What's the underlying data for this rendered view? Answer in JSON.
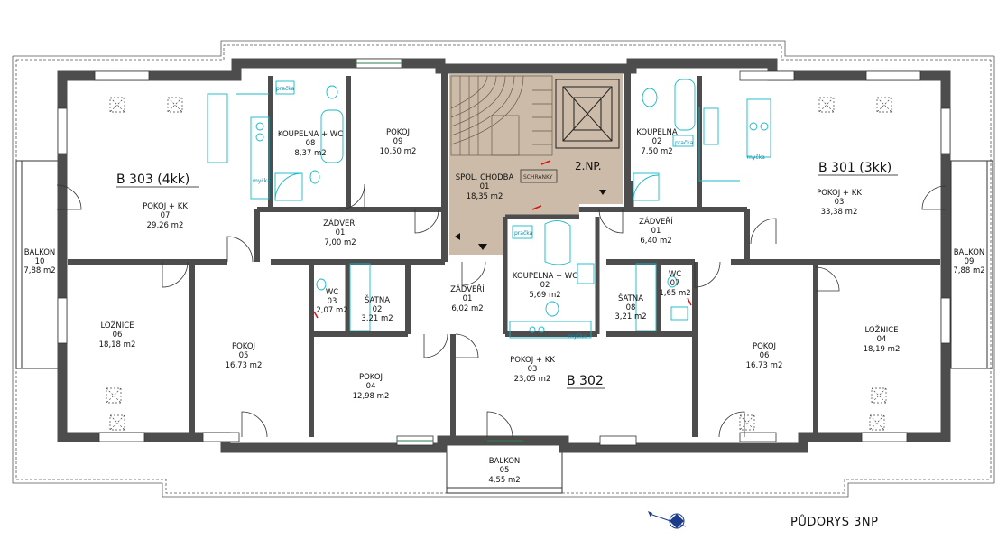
{
  "drawing": {
    "title": "PŮDORYS 3NP",
    "floor_mark": "2.NP."
  },
  "apartments": {
    "b303": "B 303 (4kk)",
    "b302": "B 302",
    "b301": "B 301 (3kk)"
  },
  "fixtures": {
    "washer": "pračka",
    "dishwasher": "myčka",
    "mailboxes": "SCHRÁNKY"
  },
  "rooms": {
    "b303_koupelna": {
      "name": "KOUPELNA + WC",
      "num": "08",
      "area": "8,37 m2"
    },
    "b303_pokoj09": {
      "name": "POKOJ",
      "num": "09",
      "area": "10,50 m2"
    },
    "spol_chodba": {
      "name": "SPOL. CHODBA",
      "num": "01",
      "area": "18,35 m2"
    },
    "b301_koupelna": {
      "name": "KOUPELNA",
      "num": "02",
      "area": "7,50 m2"
    },
    "b303_pokojkk": {
      "name": "POKOJ + KK",
      "num": "07",
      "area": "29,26 m2"
    },
    "b301_pokojkk": {
      "name": "POKOJ + KK",
      "num": "03",
      "area": "33,38 m2"
    },
    "b303_zadveri": {
      "name": "ZÁDVEŘÍ",
      "num": "01",
      "area": "7,00 m2"
    },
    "b301_zadveri": {
      "name": "ZÁDVEŘÍ",
      "num": "01",
      "area": "6,40 m2"
    },
    "b303_balkon": {
      "name": "BALKON",
      "num": "10",
      "area": "7,88 m2"
    },
    "b301_balkon": {
      "name": "BALKON",
      "num": "09",
      "area": "7,88 m2"
    },
    "b303_wc": {
      "name": "WC",
      "num": "03",
      "area": "2,07 m2"
    },
    "b303_satna": {
      "name": "ŠATNA",
      "num": "02",
      "area": "3,21 m2"
    },
    "b302_zadveri": {
      "name": "ZÁDVEŘÍ",
      "num": "01",
      "area": "6,02 m2"
    },
    "b302_koupelna": {
      "name": "KOUPELNA + WC",
      "num": "02",
      "area": "5,69 m2"
    },
    "b301_satna": {
      "name": "ŠATNA",
      "num": "08",
      "area": "3,21 m2"
    },
    "b301_wc": {
      "name": "WC",
      "num": "07",
      "area": "1,65 m2"
    },
    "b303_loznice": {
      "name": "LOŽNICE",
      "num": "06",
      "area": "18,18 m2"
    },
    "b303_pokoj05": {
      "name": "POKOJ",
      "num": "05",
      "area": "16,73 m2"
    },
    "b302_pokoj04": {
      "name": "POKOJ",
      "num": "04",
      "area": "12,98 m2"
    },
    "b302_pokojkk": {
      "name": "POKOJ + KK",
      "num": "03",
      "area": "23,05 m2"
    },
    "b301_pokoj06": {
      "name": "POKOJ",
      "num": "06",
      "area": "16,73 m2"
    },
    "b301_loznice": {
      "name": "LOŽNICE",
      "num": "04",
      "area": "18,19 m2"
    },
    "b302_balkon": {
      "name": "BALKON",
      "num": "05",
      "area": "4,55 m2"
    }
  },
  "colors": {
    "wall": "#4d4d4d",
    "stair_core": "#cbbba8",
    "fixture": "#18b8c8",
    "window_green": "#2e7d4f",
    "door_marker": "#e01010"
  }
}
